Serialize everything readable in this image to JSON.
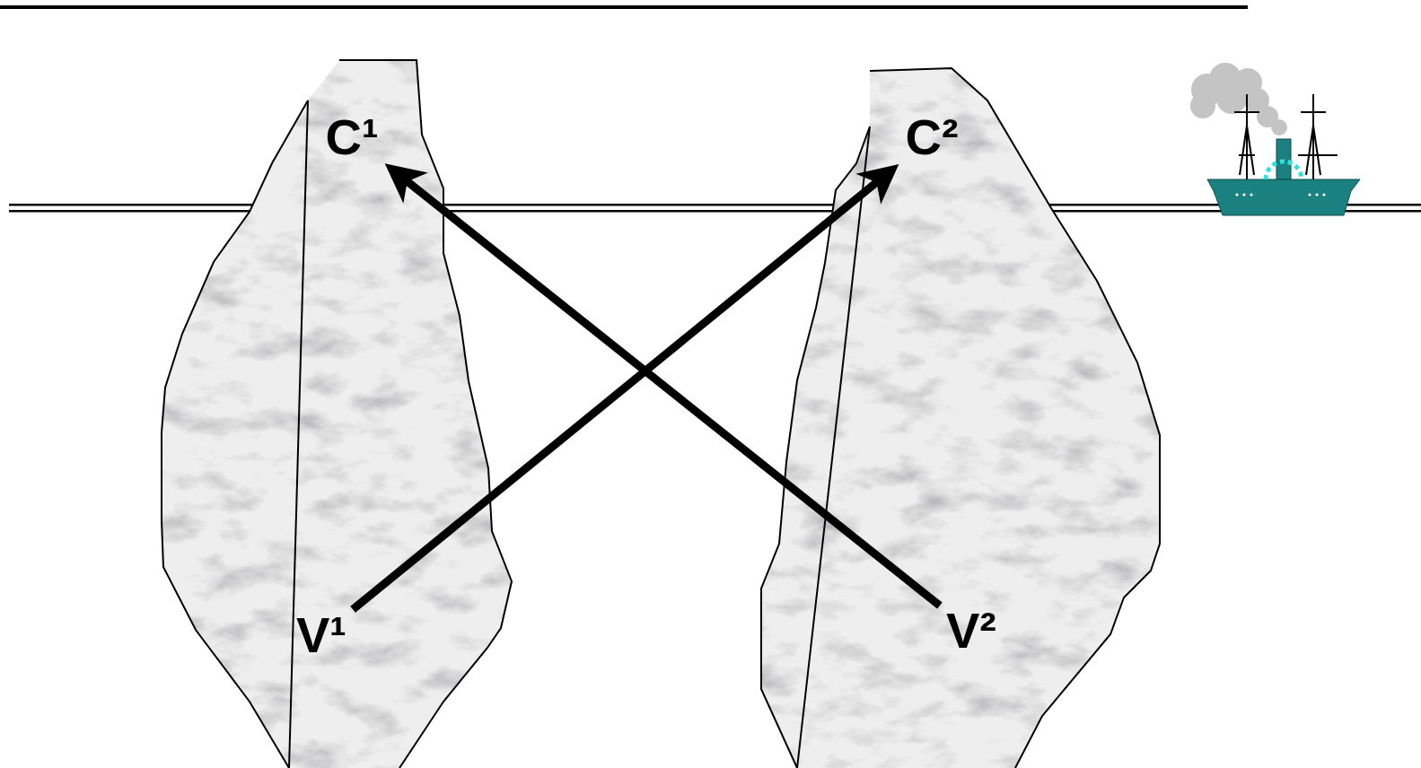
{
  "diagram": {
    "nodes": [
      {
        "text": [
          "C¹"
        ]
      },
      {
        "text": [
          "C²"
        ]
      },
      {
        "text": [
          "V¹"
        ]
      },
      {
        "text": [
          "V²"
        ]
      }
    ],
    "edges": [
      {
        "from": 2,
        "to": 1,
        "arrow": "to"
      },
      {
        "from": 3,
        "to": 0,
        "arrow": "to"
      }
    ]
  }
}
